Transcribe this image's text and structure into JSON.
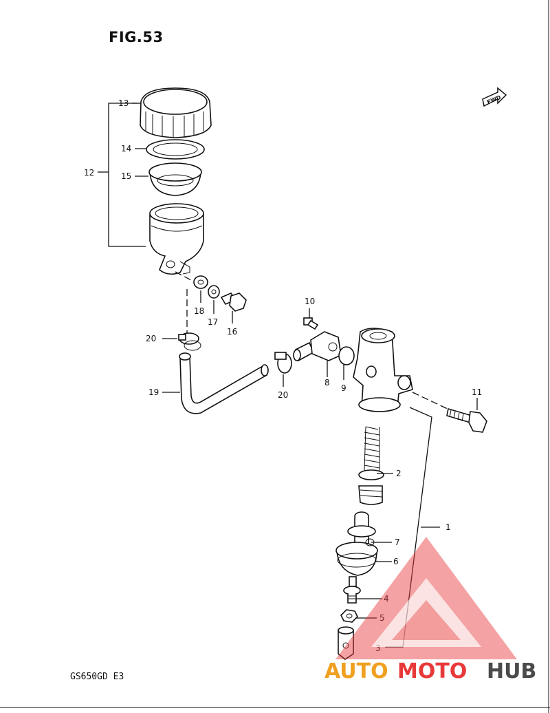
{
  "figure": {
    "title": "FIG.53",
    "model_code": "GS650GD  E3"
  },
  "fwd_label": "FWD",
  "callouts": [
    "1",
    "2",
    "3",
    "4",
    "5",
    "6",
    "7",
    "8",
    "9",
    "10",
    "11",
    "12",
    "13",
    "14",
    "15",
    "16",
    "17",
    "18",
    "19",
    "20",
    "20"
  ],
  "watermark": {
    "part1": "AUTO",
    "part2": "MOTO",
    "part3": "HUB",
    "color_red": "#e8393a",
    "color_gray": "#4a4a4a",
    "color_gold": "#f0a020"
  }
}
